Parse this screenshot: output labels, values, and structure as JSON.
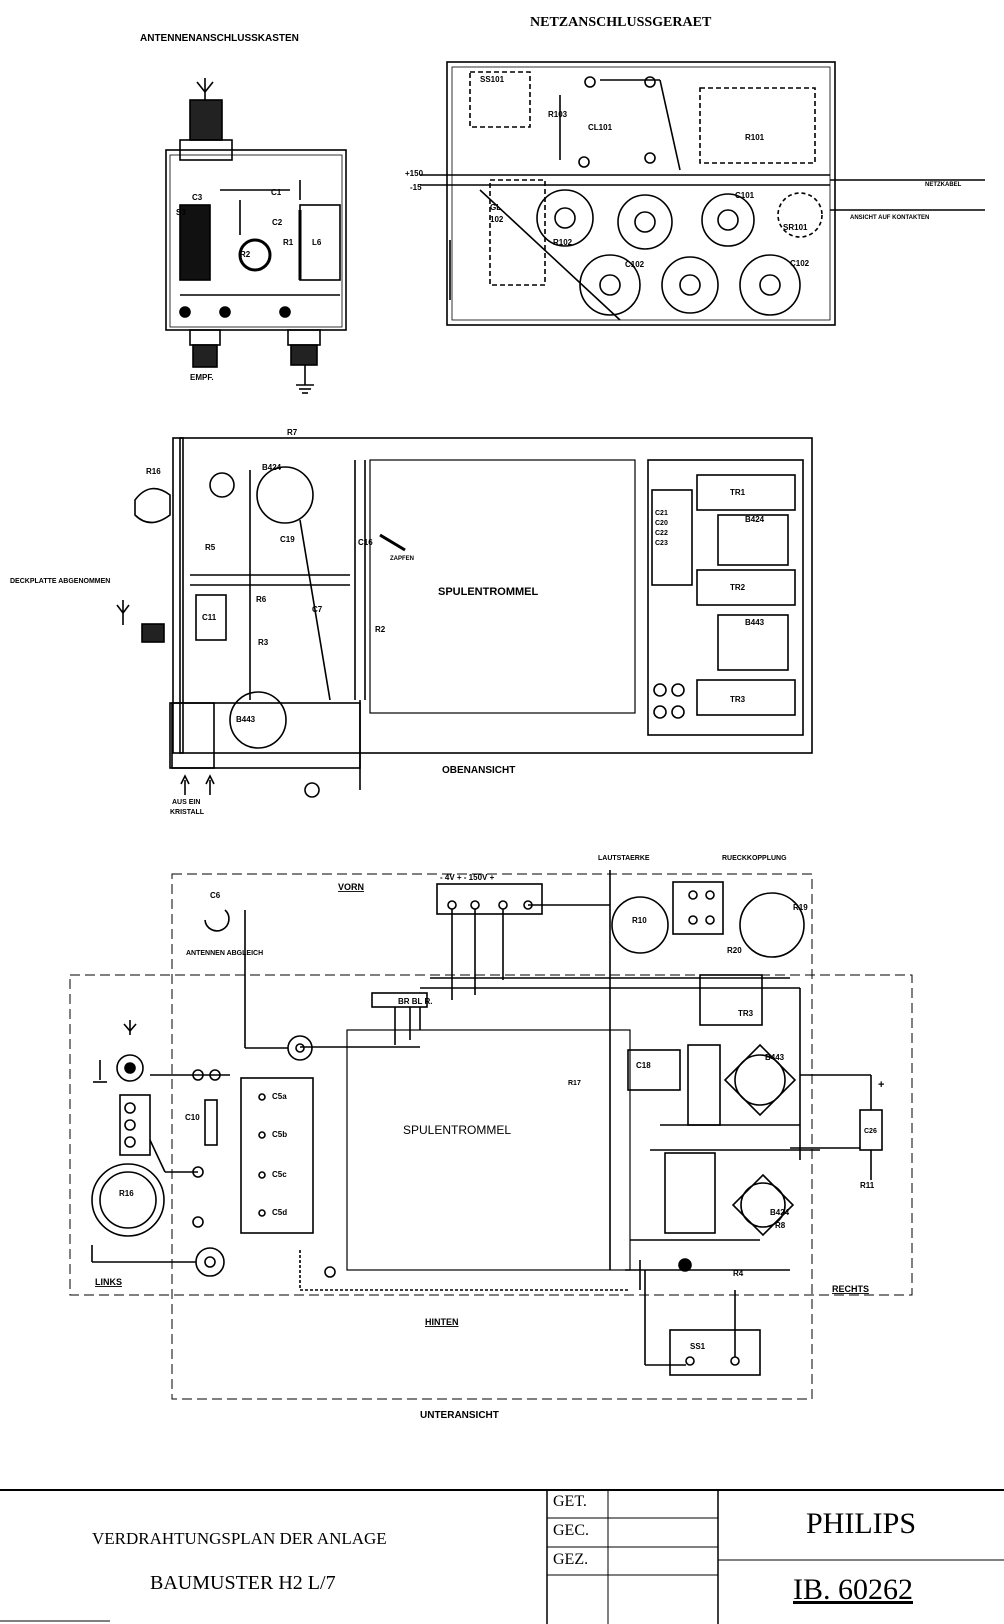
{
  "sections": {
    "antenna_box": {
      "title": "ANTENNENANSCHLUSSKASTEN",
      "labels": [
        "C3",
        "C1",
        "C2",
        "S3",
        "R1",
        "L6",
        "R2",
        "EMPF."
      ]
    },
    "power_unit": {
      "title": "NETZANSCHLUSSGERAET",
      "labels": [
        "SS101",
        "R103",
        "CL101",
        "R101",
        "+150",
        "-15",
        "GL 102",
        "C101",
        "R102",
        "C102",
        "SR101"
      ],
      "cable_label": "NETZKABEL",
      "contacts_label": "ANSICHT AUF KONTAKTEN"
    },
    "top_view": {
      "title": "OBENANSICHT",
      "drum_label": "SPULENTROMMEL",
      "cover_label": "DECKPLATTE ABGENOMMEN",
      "plug_label": "ZAPFEN",
      "switch_label": "AUS EIN",
      "crystal_label": "KRISTALL",
      "labels": [
        "R16",
        "R7",
        "B424",
        "C19",
        "R5",
        "C16",
        "C11",
        "R6",
        "C7",
        "R3",
        "R2",
        "B443",
        "C21",
        "C20",
        "C22",
        "C23",
        "TR1",
        "TR2",
        "TR3",
        "B424",
        "B443"
      ]
    },
    "bottom_view": {
      "title": "UNTERANSICHT",
      "drum_label": "SPULENTROMMEL",
      "front_label": "VORN",
      "rear_label": "HINTEN",
      "left_label": "LINKS",
      "right_label": "RECHTS",
      "volume_label": "LAUTSTAERKE",
      "feedback_label": "RUECKKOPPLUNG",
      "antenna_trim_label": "ANTENNEN ABGLEICH",
      "terminal_label": "- 4V +   - 150V +",
      "wire_codes": "BR BL R.",
      "labels": [
        "C6",
        "R10",
        "R19",
        "R20",
        "TR3",
        "B443",
        "C18",
        "C26",
        "R11",
        "C10",
        "C5a",
        "C5b",
        "C5c",
        "C5d",
        "R16",
        "B424",
        "R8",
        "R4",
        "SS1",
        "R17"
      ]
    }
  },
  "title_block": {
    "description_line1": "VERDRAHTUNGSPLAN DER ANLAGE",
    "description_line2": "BAUMUSTER H2 L/7",
    "fields": [
      {
        "label": "GET.",
        "value": ""
      },
      {
        "label": "GEC.",
        "value": ""
      },
      {
        "label": "GEZ.",
        "value": ""
      }
    ],
    "company": "PHILIPS",
    "drawing_number": "IB. 60262"
  }
}
